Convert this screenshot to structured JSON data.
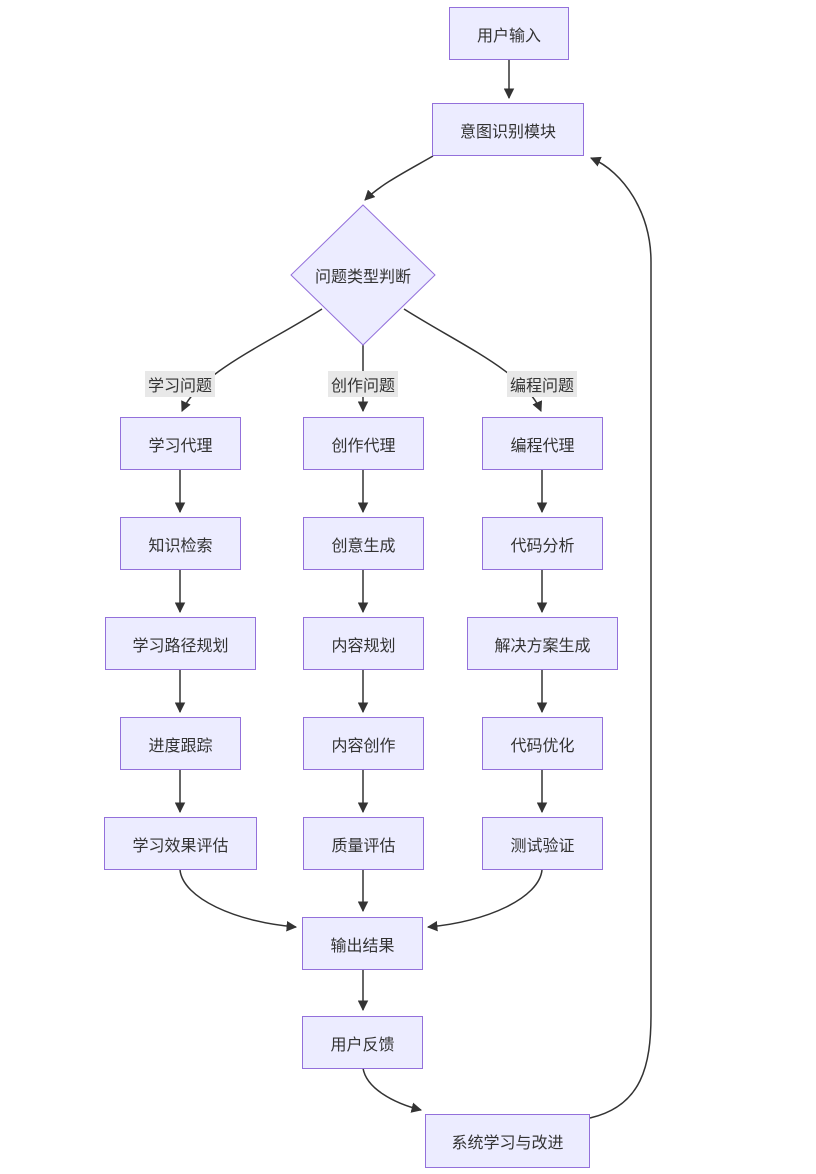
{
  "diagram": {
    "nodes": {
      "user_input": "用户输入",
      "intent_module": "意图识别模块",
      "decision": "问题类型判断",
      "learning_agent": "学习代理",
      "knowledge_retrieval": "知识检索",
      "learning_path_planning": "学习路径规划",
      "progress_tracking": "进度跟踪",
      "learning_effect_evaluation": "学习效果评估",
      "creation_agent": "创作代理",
      "idea_generation": "创意生成",
      "content_planning": "内容规划",
      "content_creation": "内容创作",
      "quality_evaluation": "质量评估",
      "programming_agent": "编程代理",
      "code_analysis": "代码分析",
      "solution_generation": "解决方案生成",
      "code_optimization": "代码优化",
      "test_verification": "测试验证",
      "output_result": "输出结果",
      "user_feedback": "用户反馈",
      "system_learning_improvement": "系统学习与改进"
    },
    "edge_labels": {
      "learning": "学习问题",
      "creation": "创作问题",
      "programming": "编程问题"
    },
    "colors": {
      "node_fill": "#ECECFF",
      "node_border": "#9370DB",
      "edge": "#333333",
      "label_bg": "#e8e8e8",
      "text": "#333333"
    }
  }
}
